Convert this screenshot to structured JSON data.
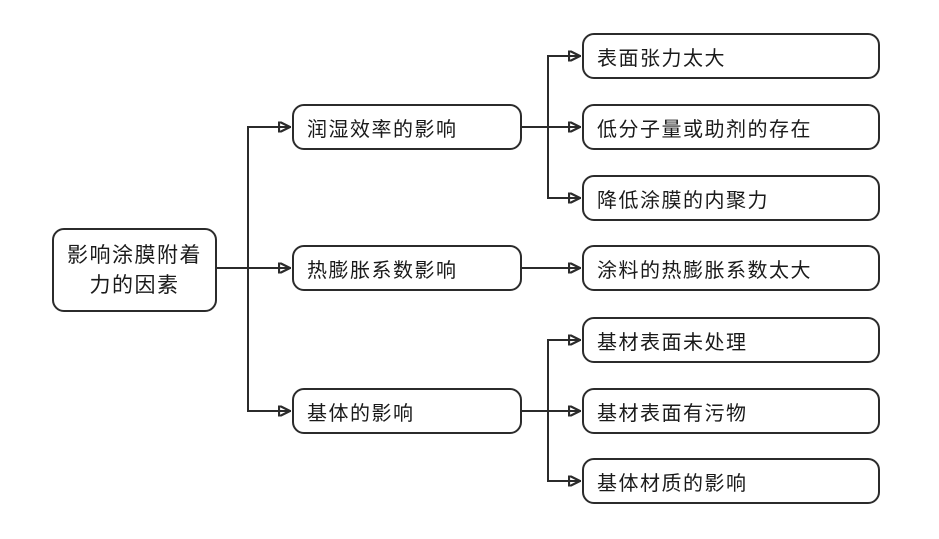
{
  "style": {
    "background_color": "#ffffff",
    "line_color": "#2b2b2b",
    "box_border_color": "#2b2b2b",
    "box_fill_color": "#ffffff",
    "text_color": "#1a1a1a"
  },
  "diagram": {
    "root": {
      "label": "影响涂膜附着力的因素",
      "lines": [
        "影响涂膜附着",
        "力的因素"
      ]
    },
    "branches": [
      {
        "label": "润湿效率的影响",
        "children": [
          "表面张力太大",
          "低分子量或助剂的存在",
          "降低涂膜的内聚力"
        ]
      },
      {
        "label": "热膨胀系数影响",
        "children": [
          "涂料的热膨胀系数太大"
        ]
      },
      {
        "label": "基体的影响",
        "children": [
          "基材表面未处理",
          "基材表面有污物",
          "基体材质的影响"
        ]
      }
    ]
  }
}
